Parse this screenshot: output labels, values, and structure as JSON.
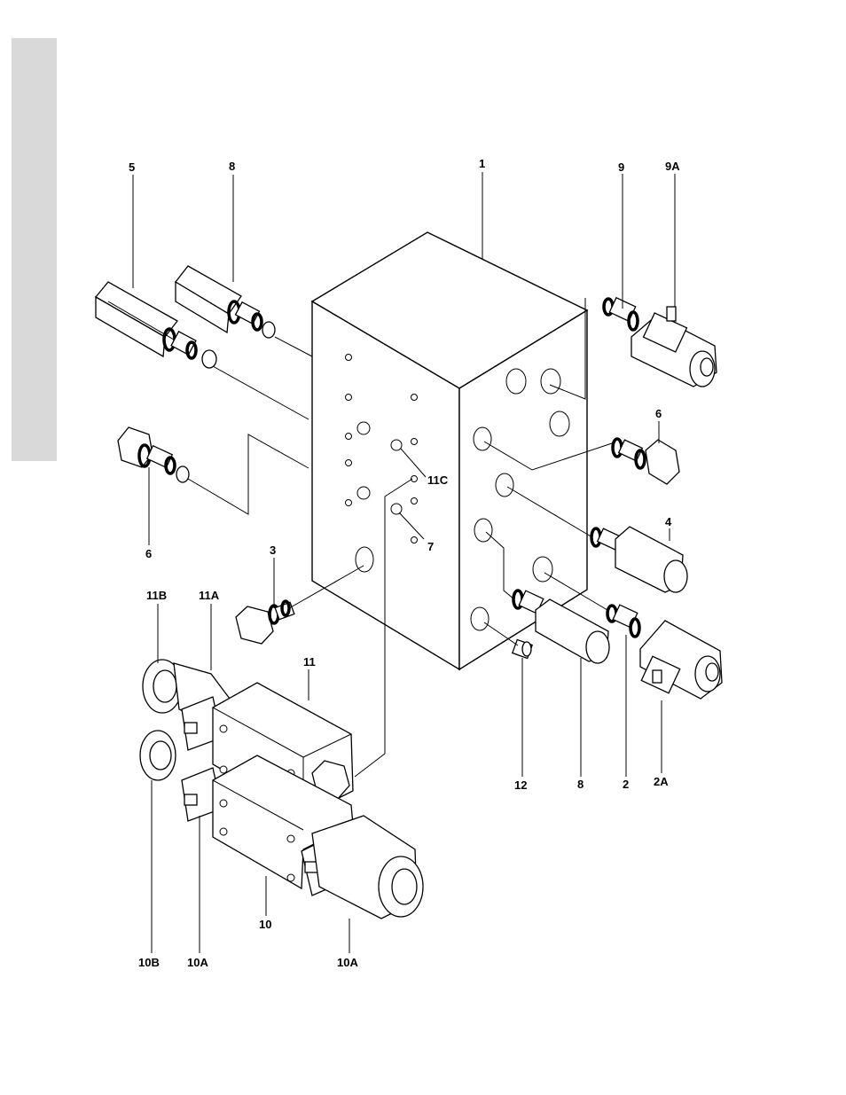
{
  "callouts": {
    "c1": "1",
    "c5": "5",
    "c8_top": "8",
    "c9": "9",
    "c9A": "9A",
    "c6_right": "6",
    "c6_left": "6",
    "c11C": "11C",
    "c7": "7",
    "c4": "4",
    "c3": "3",
    "c11B": "11B",
    "c11A": "11A",
    "c11": "11",
    "c12": "12",
    "c8_bottom": "8",
    "c2": "2",
    "c2A": "2A",
    "c10": "10",
    "c10B": "10B",
    "c10A_left": "10A",
    "c10A_right": "10A"
  },
  "colors": {
    "line": "#000000",
    "side_tab": "#d9d9d9",
    "background": "#ffffff"
  }
}
